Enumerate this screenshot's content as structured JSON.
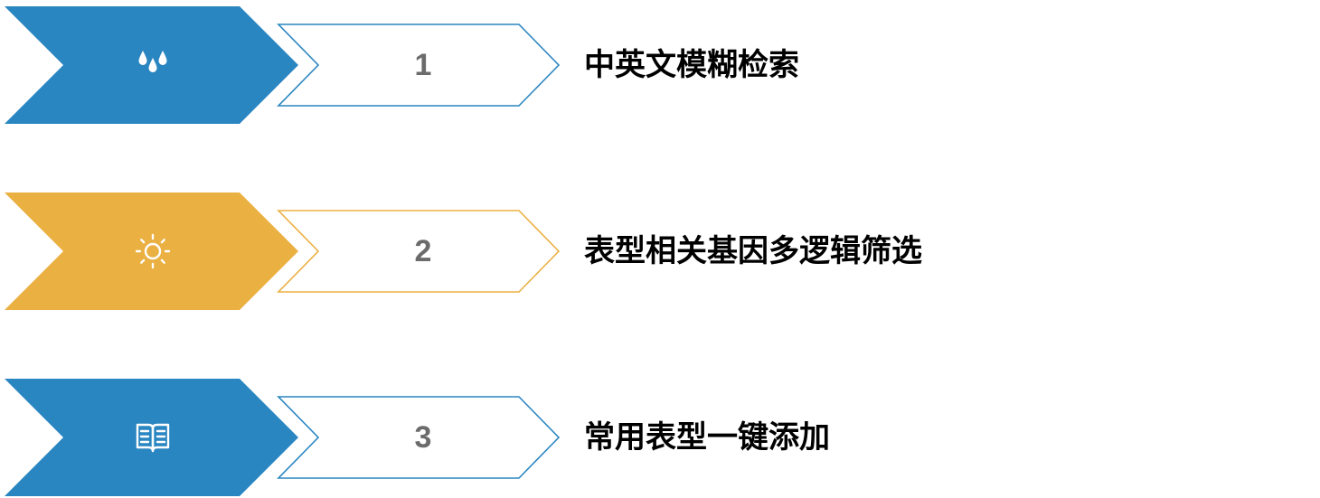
{
  "steps": [
    {
      "number": "1",
      "label": "中英文模糊检索",
      "color": "#2a86c1",
      "icon": "water-drops-icon"
    },
    {
      "number": "2",
      "label": "表型相关基因多逻辑筛选",
      "color": "#ebb042",
      "icon": "sun-icon"
    },
    {
      "number": "3",
      "label": "常用表型一键添加",
      "color": "#2a86c1",
      "icon": "open-book-icon"
    }
  ]
}
